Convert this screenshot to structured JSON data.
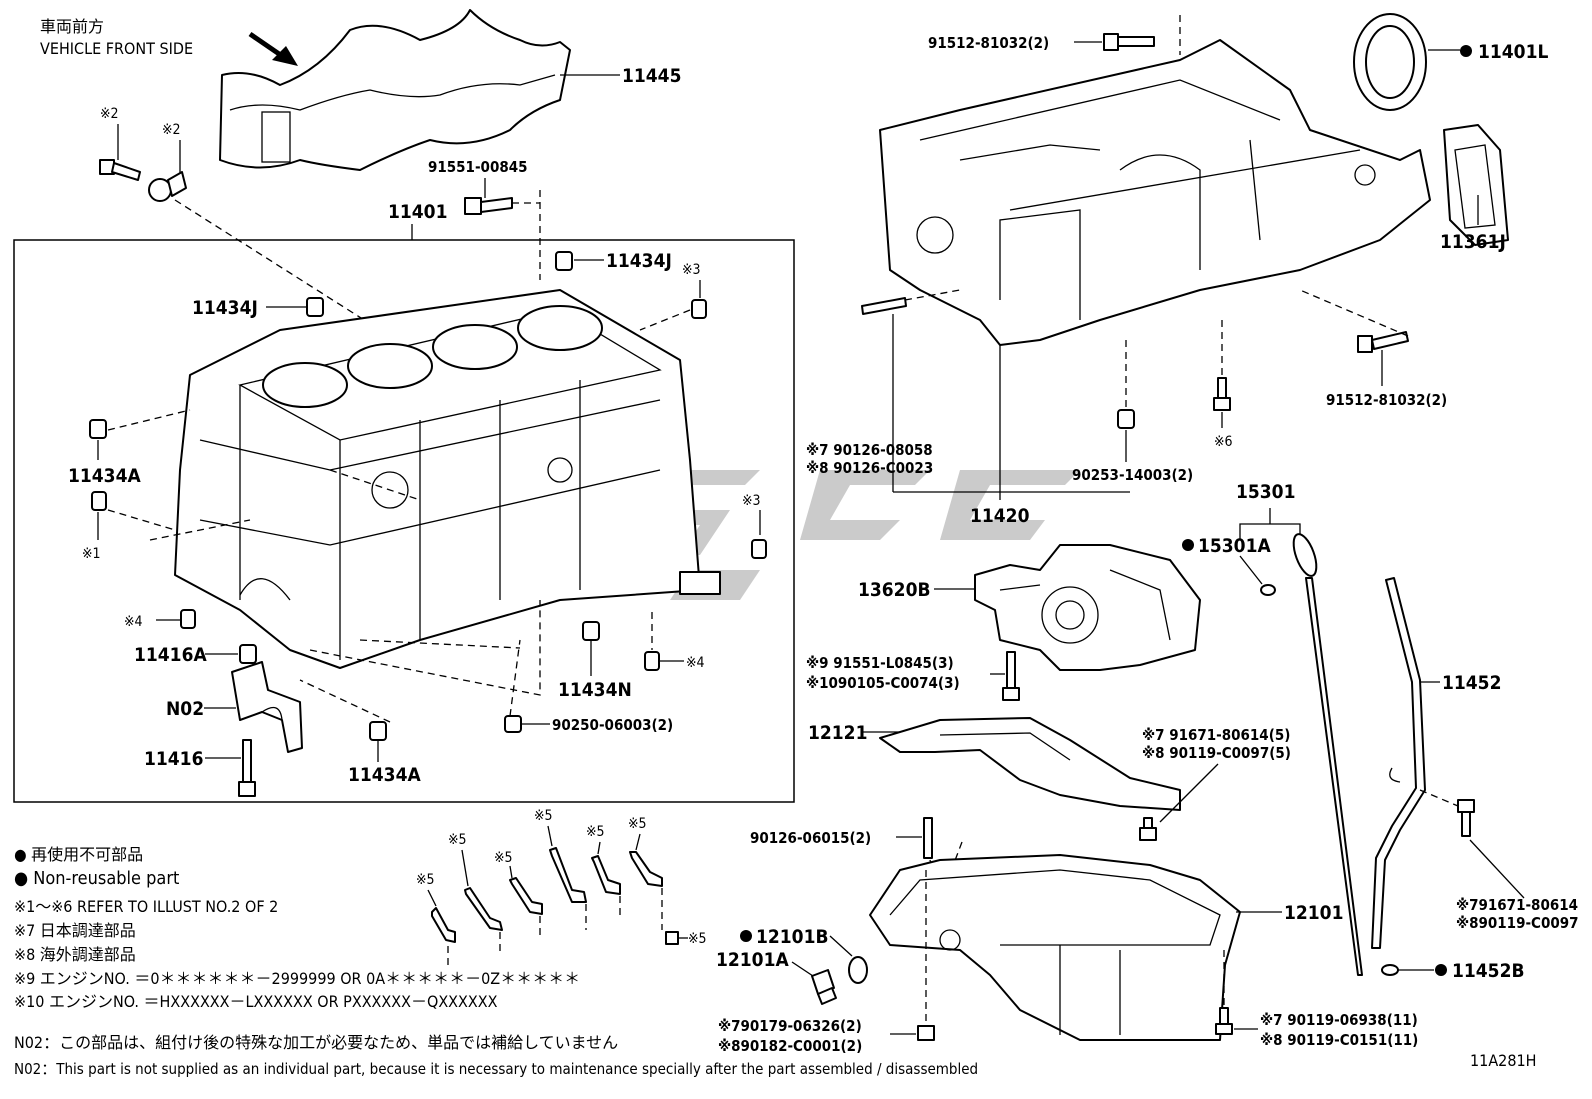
{
  "header": {
    "front_jp": "車両前方",
    "front_en": "VEHICLE FRONT SIDE"
  },
  "labels": {
    "p11445": "11445",
    "p11401": "11401",
    "p91551_00845": "91551-00845",
    "p11434J_a": "11434J",
    "p11434J_b": "11434J",
    "m3_a": "※3",
    "m3_b": "※3",
    "m2_a": "※2",
    "m2_b": "※2",
    "p11434A_a": "11434A",
    "m1": "※1",
    "m4_a": "※4",
    "m4_b": "※4",
    "p11416A": "11416A",
    "p11434N": "11434N",
    "N02": "N02",
    "p90250": "90250-06003(2)",
    "p11416": "11416",
    "p11434A_b": "11434A",
    "p91512_a": "91512-81032(2)",
    "p91512_b": "91512-81032(2)",
    "p11401L": "11401L",
    "p11361J": "11361J",
    "m6": "※6",
    "p90126_08058": "※7 90126-08058",
    "p90126_C0023": "※8 90126-C0023",
    "p90253": "90253-14003(2)",
    "p11420": "11420",
    "p15301": "15301",
    "p15301A": "15301A",
    "p13620B": "13620B",
    "p91551_L0845": "※9 91551-L0845(3)",
    "p90105": "※1090105-C0074(3)",
    "p11452": "11452",
    "p12121": "12121",
    "p91671_a": "※7  91671-80614(5)",
    "p90119_a": "※8  90119-C0097(5)",
    "p90126_06015": "90126-06015(2)",
    "p12101": "12101",
    "p12101B": "12101B",
    "p12101A": "12101A",
    "p91671_b": "※791671-80614",
    "p90119_b": "※890119-C0097",
    "p11452B": "11452B",
    "p90179": "※790179-06326(2)",
    "p90182": "※890182-C0001(2)",
    "p90119_06938": "※7  90119-06938(11)",
    "p90119_C0151": "※8  90119-C0151(11)",
    "m5_1": "※5",
    "m5_2": "※5",
    "m5_3": "※5",
    "m5_4": "※5",
    "m5_5": "※5",
    "m5_6": "※5",
    "m5_7": "※5"
  },
  "legend": {
    "line1": "● 再使用不可部品",
    "line2": "● Non-reusable part",
    "line3": "※1～※6  REFER TO ILLUST NO.2 OF 2",
    "line4": "※7 日本調達部品",
    "line5": "※8 海外調達部品",
    "line6": "※9 エンジンNO. ＝0＊＊＊＊＊＊－2999999  OR  0A＊＊＊＊＊－0Z＊＊＊＊＊",
    "line7": "※10 エンジンNO. ＝HXXXXXX－LXXXXXX  OR  PXXXXXX－QXXXXXX"
  },
  "footnotes": {
    "n02_jp": "N02：この部品は、組付け後の特殊な加工が必要なため、単品では補給していません",
    "n02_en": "N02：This part is not supplied as an individual part, because it is necessary to maintenance specially after the part assembled / disassembled",
    "illust_id": "11A281H"
  }
}
